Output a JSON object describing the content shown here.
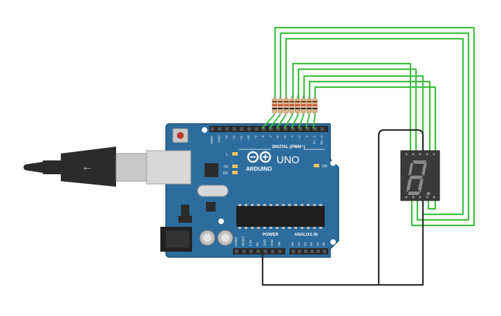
{
  "colors": {
    "board": "#2d6d9e",
    "board_dark": "#1f527a",
    "header": "#2a2a2a",
    "wire_signal": "#3cbf3c",
    "wire_ground": "#2a2a2a",
    "display_body": "#3a3a3a",
    "display_segment": "#8a8a8a",
    "usb_cable": "#2b2b2b",
    "usb_plug": "#c8c8c8",
    "reset_button": "#c0392b"
  },
  "board": {
    "brand": "ARDUINO",
    "model": "UNO",
    "digital_label": "DIGITAL (PWM~)",
    "power_label": "POWER",
    "analog_label": "ANALOG IN",
    "on_label": "ON",
    "led_labels": [
      "L",
      "TX",
      "RX"
    ],
    "digital_pins": [
      "AREF",
      "GND",
      "13",
      "12",
      "~11",
      "~10",
      "~9",
      "8",
      "7",
      "~6",
      "~5",
      "4",
      "~3",
      "2",
      "TX→1",
      "RX←0"
    ],
    "power_pins": [
      "IOREF",
      "RESET",
      "3.3V",
      "5V",
      "GND",
      "GND",
      "Vin"
    ],
    "analog_pins": [
      "A0",
      "A1",
      "A2",
      "A3",
      "A4",
      "A5"
    ]
  },
  "display": {
    "digit": "8",
    "icon": "seven-segment-display-icon"
  },
  "resistors": {
    "count": 8
  }
}
